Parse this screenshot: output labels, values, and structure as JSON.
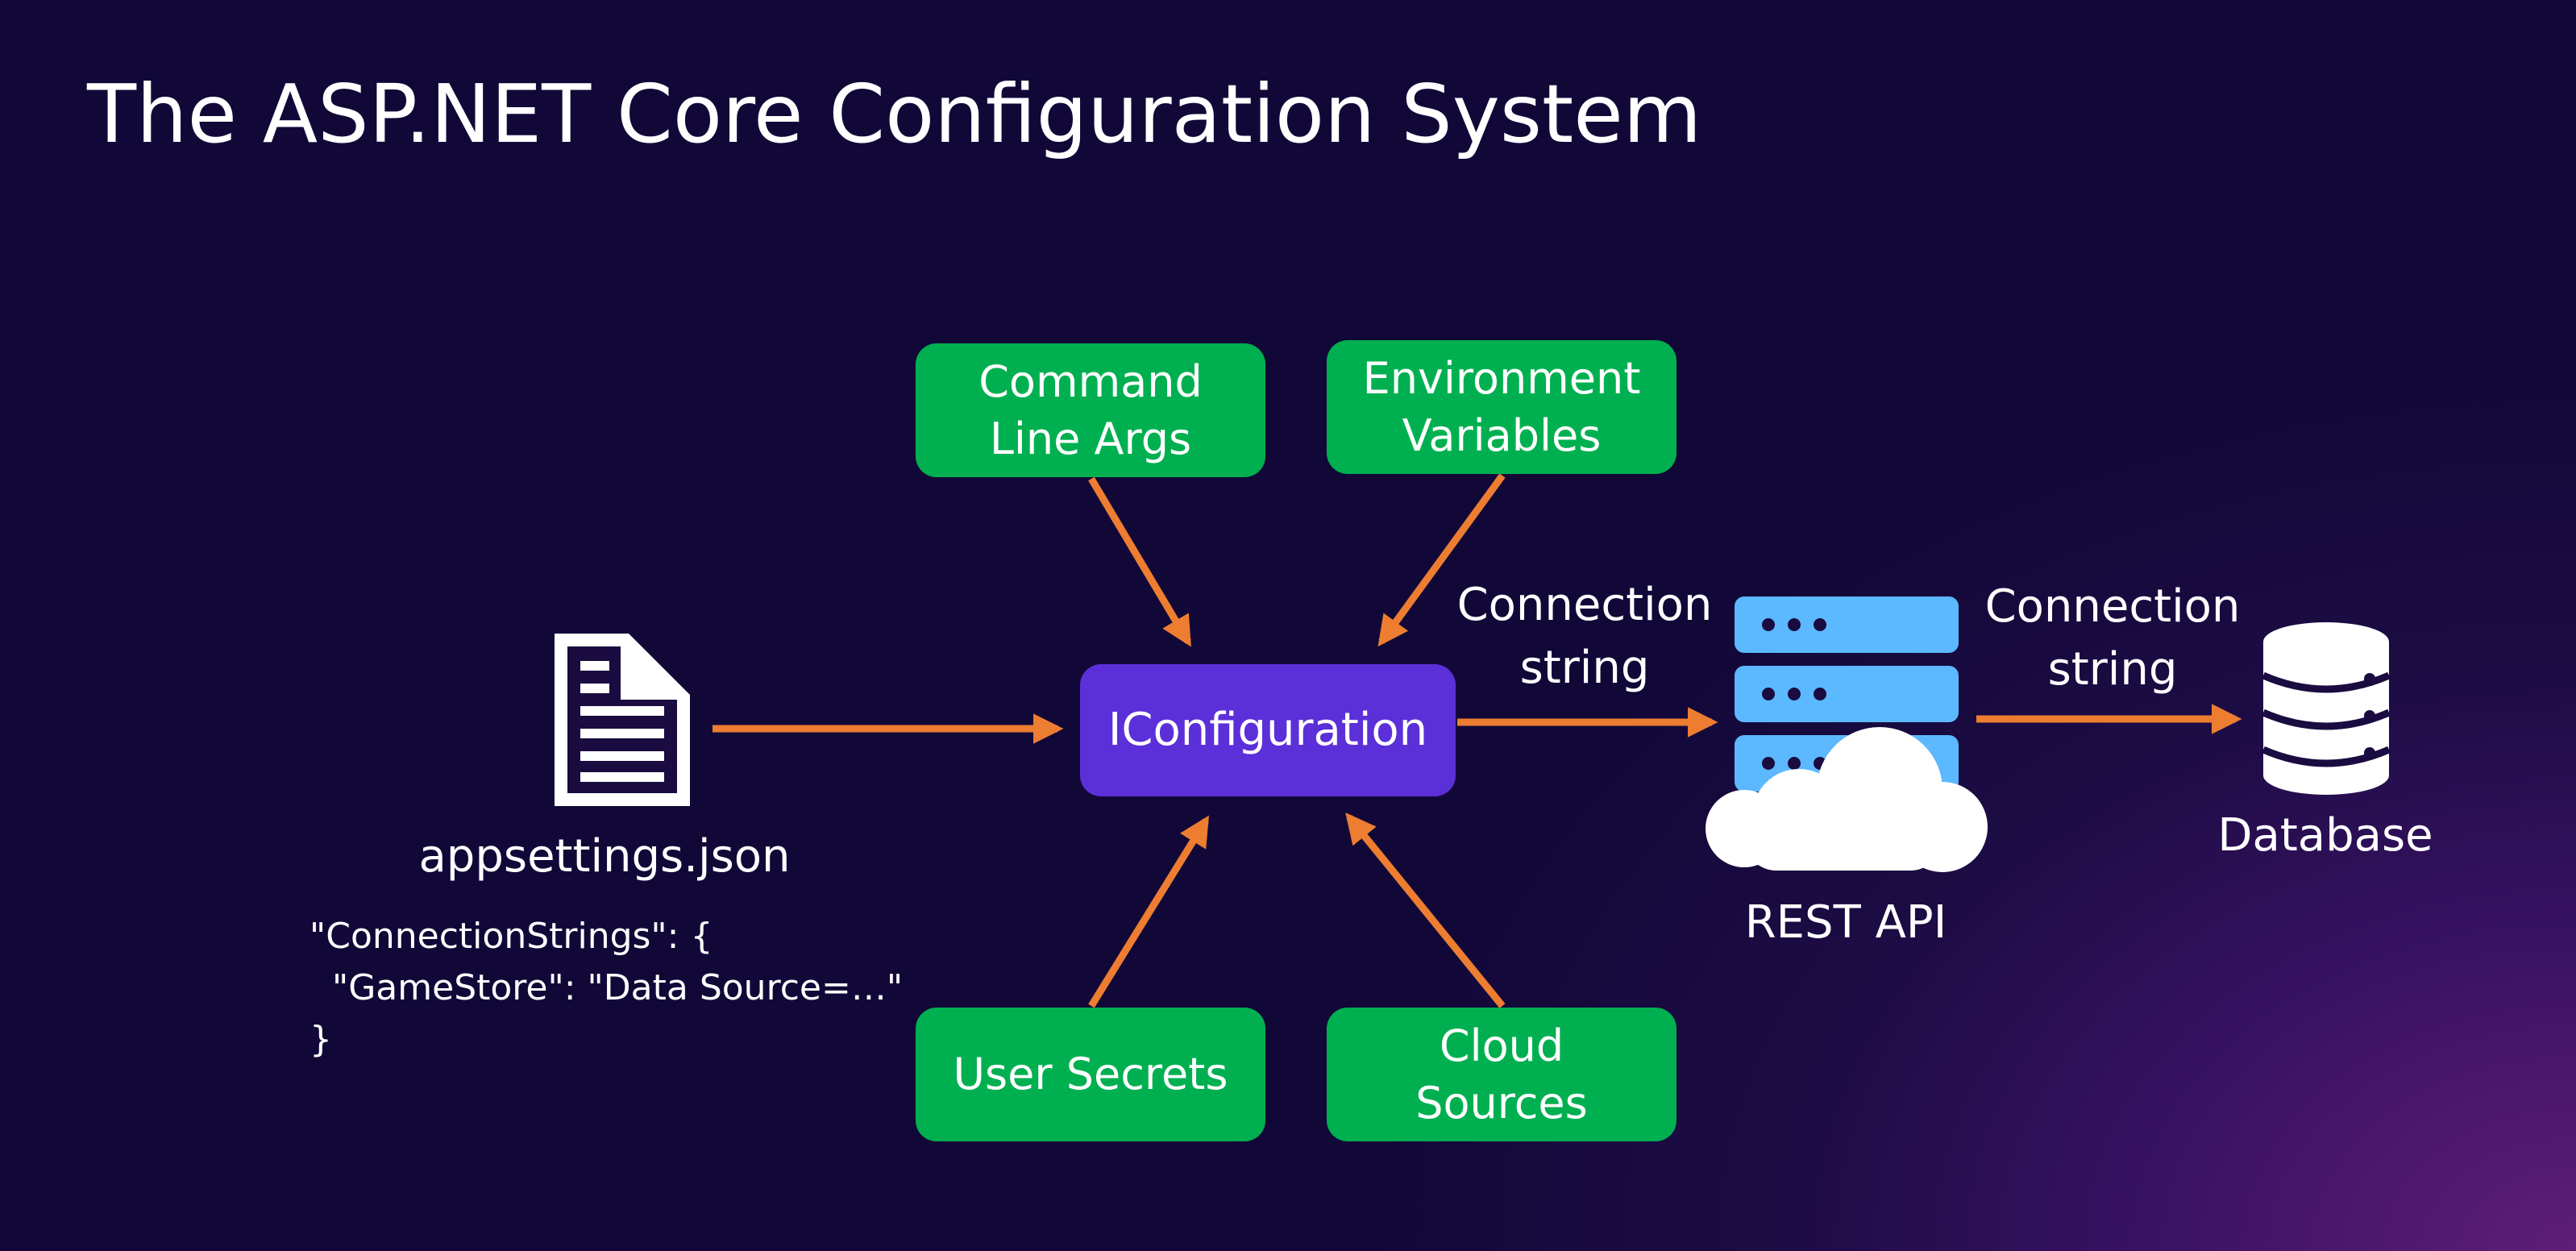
{
  "slide": {
    "title": "The ASP.NET Core Configuration System"
  },
  "sources": {
    "command_line": "Command\nLine Args",
    "environment": "Environment\nVariables",
    "user_secrets": "User Secrets",
    "cloud": "Cloud\nSources"
  },
  "center": {
    "label": "IConfiguration"
  },
  "file": {
    "icon": "document-icon",
    "name": "appsettings.json",
    "code": "\"ConnectionStrings\": {\n  \"GameStore\": \"Data Source=…\"\n}"
  },
  "edges": {
    "to_api_label": "Connection\nstring",
    "to_db_label": "Connection\nstring"
  },
  "api": {
    "icon": "server-cloud-icon",
    "label": "REST API"
  },
  "database": {
    "icon": "database-icon",
    "label": "Database"
  },
  "colors": {
    "source_box": "#00b050",
    "center_box": "#5b30d9",
    "arrow": "#ed7d31",
    "server": "#5cb8ff",
    "background": "#1a0b40"
  }
}
